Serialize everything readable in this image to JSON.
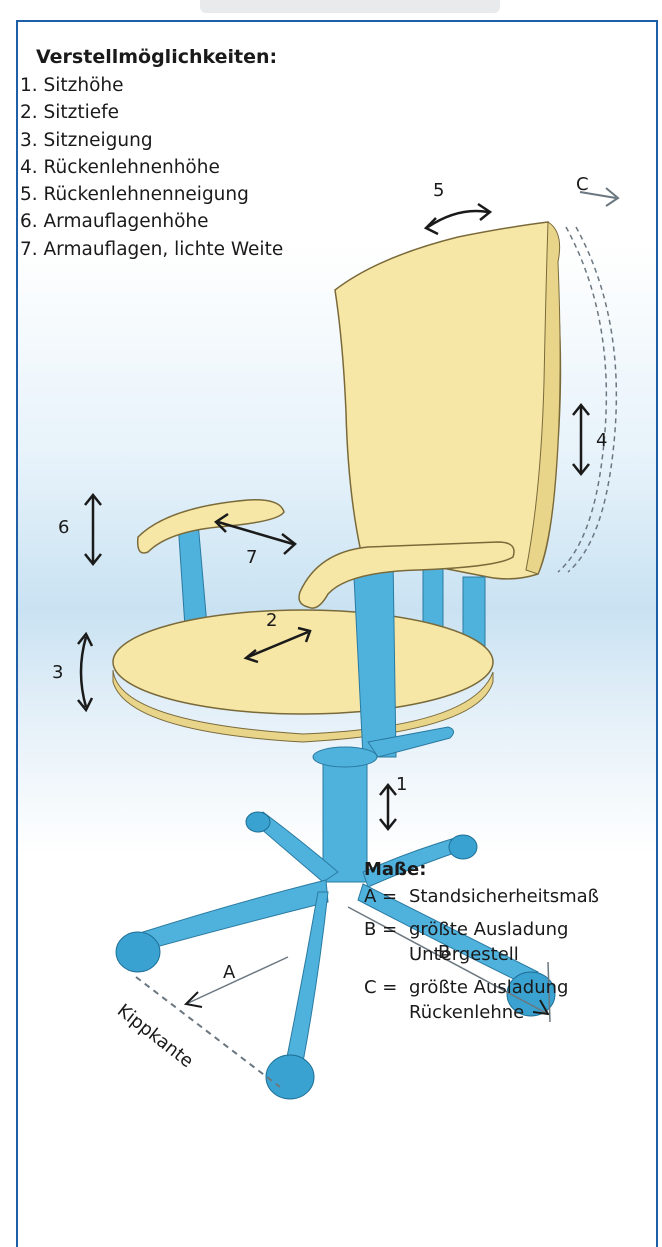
{
  "adjustments": {
    "title": "Verstellmöglichkeiten:",
    "items": [
      "1. Sitzhöhe",
      "2. Sitztiefe",
      "3. Sitzneigung",
      "4. Rückenlehnenhöhe",
      "5. Rückenlehnenneigung",
      "6. Armauflagenhöhe",
      "7. Armauflagen, lichte Weite"
    ]
  },
  "markers": {
    "m1": "1",
    "m2": "2",
    "m3": "3",
    "m4": "4",
    "m5": "5",
    "m6": "6",
    "m7": "7",
    "mA": "A",
    "mB": "B",
    "mC": "C",
    "tipping_edge": "Kippkante"
  },
  "dimensions": {
    "title": "Maße:",
    "items": [
      {
        "key": "A =",
        "text": "Standsicherheitsmaß"
      },
      {
        "key": "B =",
        "text": "größte Ausladung\nUntergestell"
      },
      {
        "key": "C =",
        "text": "größte Ausladung\nRückenlehne"
      }
    ]
  },
  "colors": {
    "frame": "#1f5fa8",
    "chair_frame": "#4fb2dd",
    "upholstery": "#f7e7a6"
  }
}
